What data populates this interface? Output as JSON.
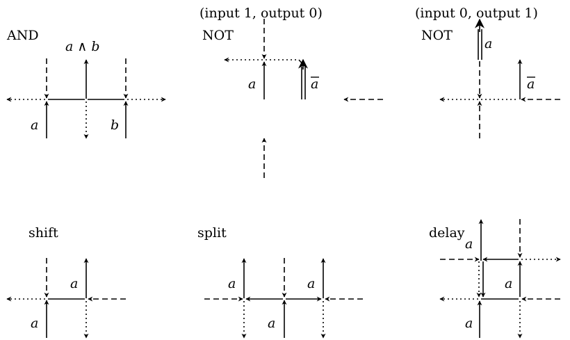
{
  "gadgets": {
    "and": {
      "title": "AND",
      "output_label": "a ∧ b",
      "input_a": "a",
      "input_b": "b"
    },
    "not1": {
      "caption": "(input 1, output 0)",
      "title": "NOT",
      "input_a": "a",
      "output_label": "a"
    },
    "not0": {
      "caption": "(input 0, output 1)",
      "title": "NOT",
      "input_a": "a",
      "output_label": "a"
    },
    "shift": {
      "title": "shift",
      "upper_a": "a",
      "lower_a": "a"
    },
    "split": {
      "title": "split",
      "left_a": "a",
      "right_a": "a",
      "bottom_a": "a"
    },
    "delay": {
      "title": "delay",
      "a_left": "a",
      "a_right": "a",
      "a_bottom": "a"
    }
  }
}
